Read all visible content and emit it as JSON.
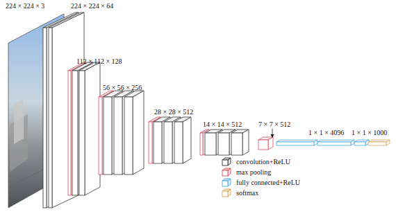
{
  "diagram": {
    "labels": [
      "224 × 224 × 3",
      "224 × 224 × 64",
      "112 × 112 × 128",
      "56 × 56 × 256",
      "28 × 28 × 512",
      "14 × 14 × 512",
      "7 × 7 × 512",
      "1 × 1 × 4096",
      "1 × 1 × 1000"
    ],
    "legend": [
      {
        "text": "convolution+ReLU",
        "color": "#333333"
      },
      {
        "text": "max pooling",
        "color": "#d9475a"
      },
      {
        "text": "fully connected+ReLU",
        "color": "#45a6e0"
      },
      {
        "text": "softmax",
        "color": "#d9a45a"
      }
    ]
  }
}
